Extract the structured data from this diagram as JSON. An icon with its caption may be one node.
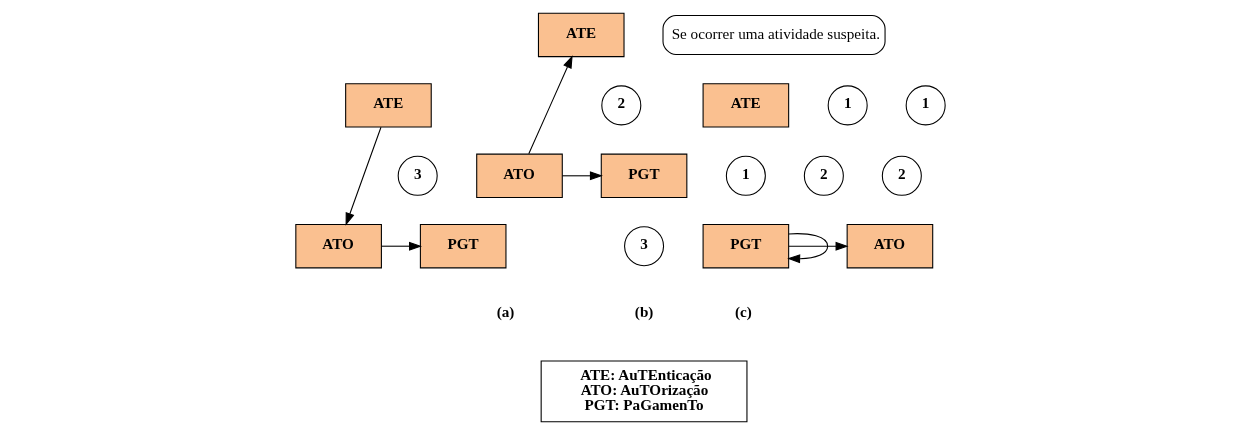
{
  "diagram": {
    "nodes": [
      {
        "text": [
          "ATE"
        ]
      },
      {
        "text": [
          "1"
        ]
      },
      {
        "text": [
          "3"
        ]
      },
      {
        "text": [
          "2"
        ]
      },
      {
        "text": [
          "PGT"
        ]
      },
      {
        "text": [
          "ATO"
        ]
      },
      {
        "text": [
          "ATE"
        ]
      },
      {
        "text": [
          "Se ocorrer uma atividade suspeita."
        ]
      },
      {
        "text": [
          "2"
        ]
      },
      {
        "text": [
          "1"
        ]
      },
      {
        "text": [
          "PGT"
        ]
      },
      {
        "text": [
          "ATO"
        ]
      },
      {
        "text": [
          "3"
        ]
      },
      {
        "text": [
          "ATE"
        ]
      },
      {
        "text": [
          "1"
        ]
      },
      {
        "text": [
          "2"
        ]
      },
      {
        "text": [
          "PGT"
        ]
      },
      {
        "text": [
          "ATO"
        ]
      },
      {
        "text": [
          "ATE: AuTEnticação",
          "ATO: AuTOrização",
          "PGT: PaGamenTo"
        ]
      }
    ],
    "edges": [
      {
        "from": 0,
        "to": 5,
        "arrow": "to"
      },
      {
        "from": 5,
        "to": 4,
        "arrow": "to"
      },
      {
        "from": 11,
        "to": 10,
        "arrow": "to"
      },
      {
        "from": 11,
        "to": 6,
        "arrow": "to"
      },
      {
        "from": 16,
        "to": 16,
        "arrow": "to"
      },
      {
        "from": 16,
        "to": 17,
        "arrow": "to"
      }
    ],
    "labels": [
      "(a)",
      "(b)",
      "(c)"
    ]
  }
}
